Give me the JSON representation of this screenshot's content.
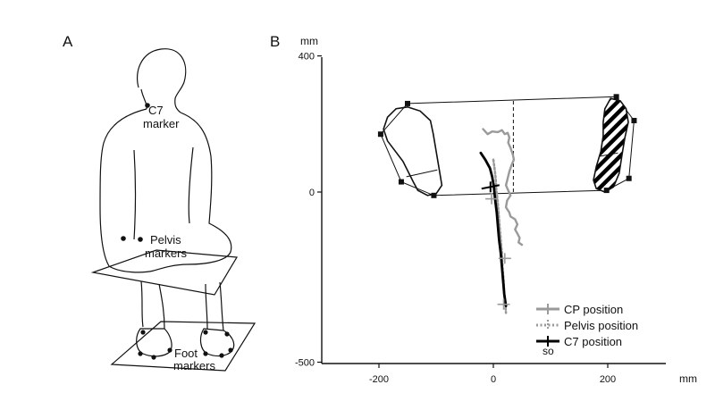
{
  "panel_a": {
    "label": "A",
    "annotations": {
      "c7_line1": "C7",
      "c7_line2": "marker",
      "pelvis_line1": "Pelvis",
      "pelvis_line2": "markers",
      "foot_line1": "Foot",
      "foot_line2": "markers"
    }
  },
  "panel_b": {
    "label": "B",
    "so_label": "so"
  },
  "chart_data": {
    "type": "line",
    "xlabel": "mm",
    "ylabel": "mm",
    "xlim": [
      -290,
      280
    ],
    "ylim": [
      -500,
      400
    ],
    "xticks": [
      "-200",
      "0",
      "200"
    ],
    "yticks": [
      "400",
      "0",
      "-500"
    ],
    "xtick_values": [
      -200,
      0,
      200
    ],
    "ytick_values": [
      400,
      0,
      -500
    ],
    "legend_position": "bottom-right",
    "series": [
      {
        "name": "CP position",
        "color": "#9a9a9a",
        "style": "solid",
        "points": [
          [
            -18,
            185
          ],
          [
            -10,
            170
          ],
          [
            -2,
            178
          ],
          [
            8,
            176
          ],
          [
            15,
            182
          ],
          [
            20,
            170
          ],
          [
            25,
            174
          ],
          [
            28,
            160
          ],
          [
            26,
            145
          ],
          [
            30,
            130
          ],
          [
            34,
            110
          ],
          [
            36,
            95
          ],
          [
            32,
            80
          ],
          [
            28,
            60
          ],
          [
            25,
            40
          ],
          [
            22,
            20
          ],
          [
            26,
            5
          ],
          [
            30,
            -10
          ],
          [
            24,
            -25
          ],
          [
            22,
            -45
          ],
          [
            28,
            -60
          ],
          [
            30,
            -72
          ],
          [
            38,
            -80
          ],
          [
            42,
            -95
          ],
          [
            38,
            -110
          ],
          [
            42,
            -122
          ],
          [
            46,
            -135
          ],
          [
            44,
            -148
          ],
          [
            50,
            -155
          ]
        ]
      },
      {
        "name": "Pelvis position",
        "color": "#9a9a9a",
        "style": "dotted",
        "points": [
          [
            0,
            95
          ],
          [
            2,
            70
          ],
          [
            4,
            40
          ],
          [
            5,
            10
          ],
          [
            7,
            -20
          ],
          [
            9,
            -60
          ],
          [
            11,
            -100
          ],
          [
            13,
            -140
          ],
          [
            15,
            -180
          ],
          [
            16,
            -220
          ],
          [
            18,
            -260
          ],
          [
            19,
            -300
          ],
          [
            21,
            -330
          ],
          [
            22,
            -355
          ]
        ]
      },
      {
        "name": "C7 position",
        "color": "#000000",
        "style": "solid",
        "points": [
          [
            -22,
            115
          ],
          [
            -14,
            95
          ],
          [
            -6,
            70
          ],
          [
            -2,
            45
          ],
          [
            1,
            15
          ],
          [
            3,
            -20
          ],
          [
            6,
            -60
          ],
          [
            8,
            -100
          ],
          [
            10,
            -140
          ],
          [
            13,
            -180
          ],
          [
            15,
            -220
          ],
          [
            17,
            -260
          ],
          [
            19,
            -300
          ],
          [
            22,
            -335
          ]
        ]
      }
    ],
    "cp_marker_points": [
      [
        -3,
        -20
      ],
      [
        20,
        -195
      ],
      [
        18,
        -330
      ]
    ],
    "c7_marker_points": [
      [
        -5,
        15
      ]
    ],
    "dashed_vertical_x": 35,
    "dashed_vertical_y": [
      0,
      275
    ],
    "base_of_support": {
      "left_foot": {
        "outline": [
          [
            -150,
            250
          ],
          [
            -128,
            238
          ],
          [
            -110,
            210
          ],
          [
            -105,
            170
          ],
          [
            -100,
            120
          ],
          [
            -95,
            70
          ],
          [
            -90,
            20
          ],
          [
            -100,
            -5
          ],
          [
            -115,
            -10
          ],
          [
            -132,
            5
          ],
          [
            -140,
            30
          ],
          [
            -158,
            90
          ],
          [
            -185,
            150
          ],
          [
            -192,
            185
          ],
          [
            -185,
            220
          ],
          [
            -170,
            245
          ]
        ],
        "division": [
          [
            -152,
            45
          ],
          [
            -98,
            65
          ]
        ],
        "markers": [
          [
            -150,
            260
          ],
          [
            -197,
            170
          ],
          [
            -161,
            30
          ],
          [
            -104,
            -10
          ]
        ],
        "fill": "none"
      },
      "right_foot": {
        "outline": [
          [
            205,
            275
          ],
          [
            222,
            268
          ],
          [
            232,
            245
          ],
          [
            236,
            205
          ],
          [
            230,
            160
          ],
          [
            225,
            110
          ],
          [
            220,
            55
          ],
          [
            210,
            15
          ],
          [
            195,
            0
          ],
          [
            180,
            10
          ],
          [
            175,
            35
          ],
          [
            180,
            75
          ],
          [
            188,
            120
          ],
          [
            192,
            165
          ],
          [
            192,
            205
          ],
          [
            195,
            245
          ]
        ],
        "division": [
          [
            186,
            105
          ],
          [
            218,
            115
          ]
        ],
        "markers": [
          [
            215,
            280
          ],
          [
            246,
            210
          ],
          [
            237,
            40
          ],
          [
            198,
            5
          ]
        ],
        "fill": "hatched"
      },
      "outline": [
        [
          -150,
          260
        ],
        [
          215,
          280
        ],
        [
          246,
          210
        ],
        [
          237,
          40
        ],
        [
          198,
          5
        ],
        [
          -104,
          -10
        ],
        [
          -161,
          30
        ],
        [
          -197,
          170
        ]
      ]
    }
  }
}
